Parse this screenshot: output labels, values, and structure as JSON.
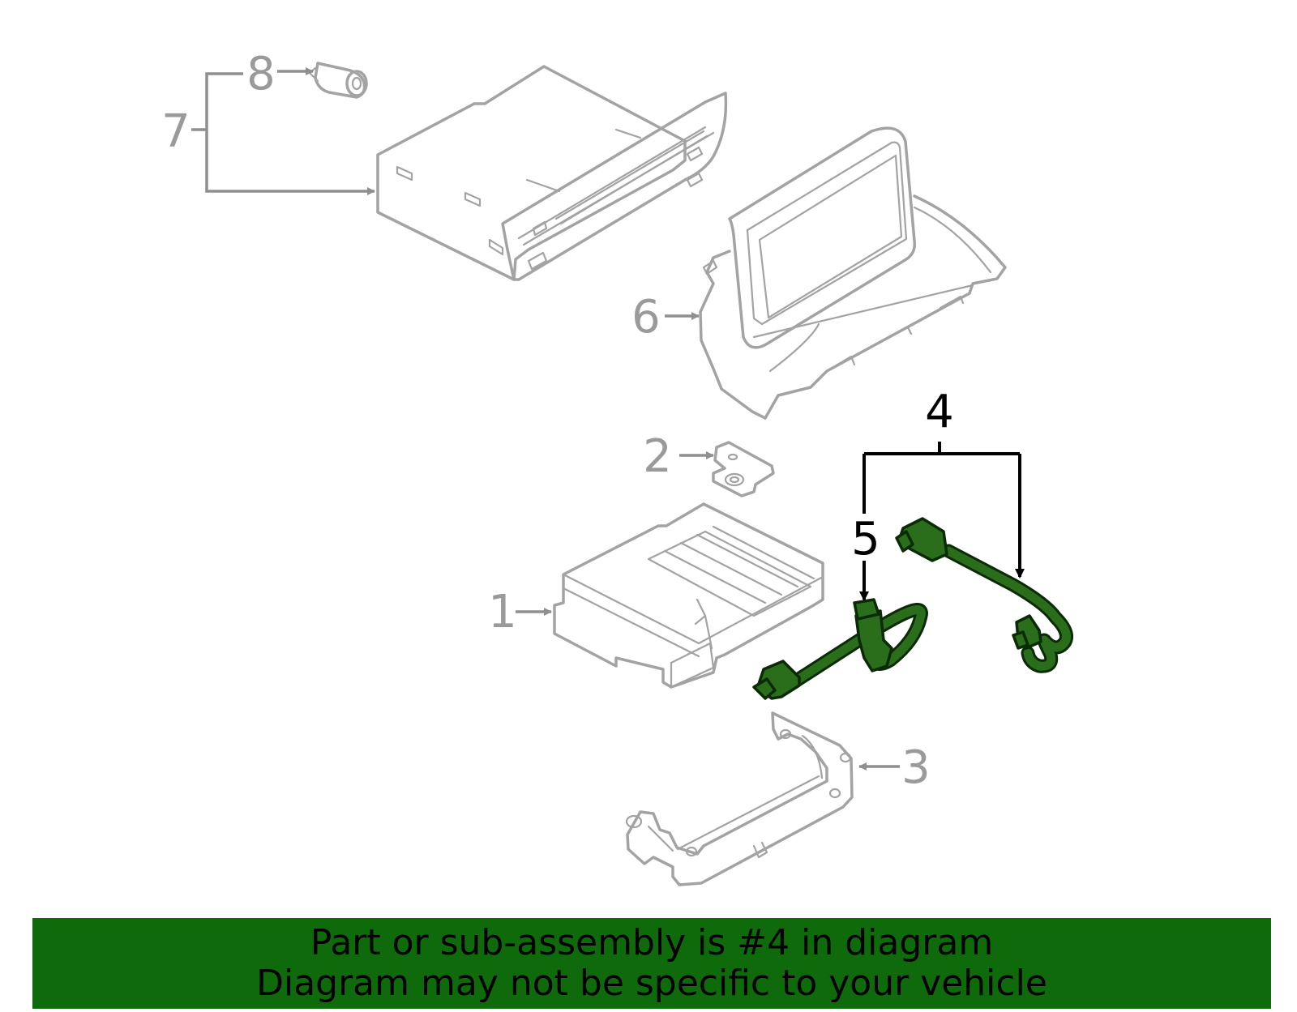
{
  "callouts": {
    "c1": "1",
    "c2": "2",
    "c3": "3",
    "c4": "4",
    "c5": "5",
    "c6": "6",
    "c7": "7",
    "c8": "8"
  },
  "banner": {
    "line1": "Part or sub-assembly is #4 in diagram",
    "line2": "Diagram may not be specific to your vehicle"
  },
  "colors": {
    "highlight_part": "#2a6e1c",
    "banner_background": "#0f6a0b",
    "other_parts": "#a3a3a3"
  }
}
